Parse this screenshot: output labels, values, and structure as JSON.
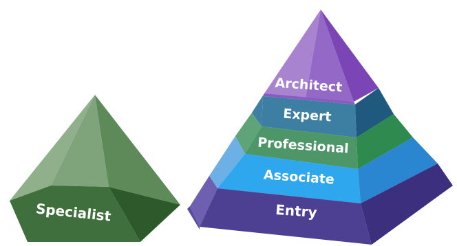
{
  "colors": {
    "specialist": "#4f7a4c",
    "architect": "#8a4fbf",
    "expert": "#2f6f93",
    "professional": "#3a8f5a",
    "associate": "#2a8fe0",
    "entry": "#4a3a8c"
  },
  "specialist_pyramid": {
    "label": "Specialist"
  },
  "tiers": [
    {
      "key": "architect",
      "label": "Architect"
    },
    {
      "key": "expert",
      "label": "Expert"
    },
    {
      "key": "professional",
      "label": "Professional"
    },
    {
      "key": "associate",
      "label": "Associate"
    },
    {
      "key": "entry",
      "label": "Entry"
    }
  ]
}
